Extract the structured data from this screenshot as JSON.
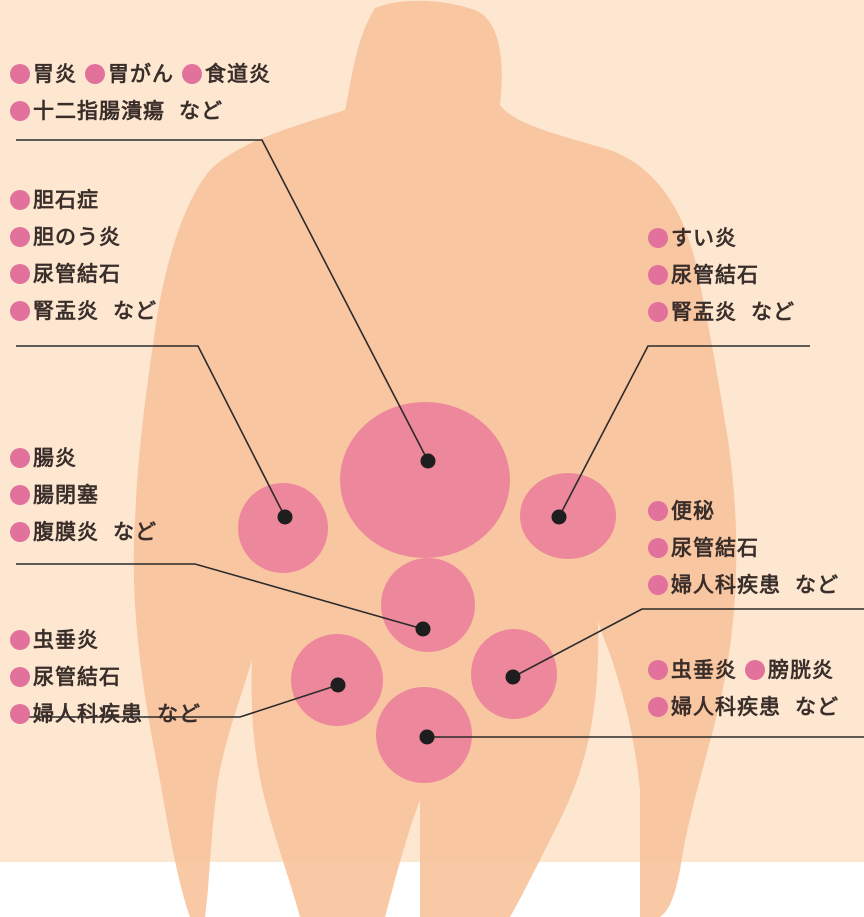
{
  "colors": {
    "background": "#fde7d1",
    "body": "#f9c39d",
    "area": "#e76f98",
    "dot": "#e2719b",
    "line": "#2b2b2b",
    "text": "#3a2e2a"
  },
  "groups": [
    {
      "id": "upper-center",
      "rows": [
        {
          "items": [
            "胃炎",
            "胃がん",
            "食道炎"
          ],
          "suffix": ""
        },
        {
          "items": [
            "十二指腸潰瘍"
          ],
          "suffix": "など"
        }
      ]
    },
    {
      "id": "upper-right-side",
      "rows": [
        {
          "items": [
            "胆石症"
          ],
          "suffix": ""
        },
        {
          "items": [
            "胆のう炎"
          ],
          "suffix": ""
        },
        {
          "items": [
            "尿管結石"
          ],
          "suffix": ""
        },
        {
          "items": [
            "腎盂炎"
          ],
          "suffix": "など"
        }
      ]
    },
    {
      "id": "upper-left-side",
      "rows": [
        {
          "items": [
            "すい炎"
          ],
          "suffix": ""
        },
        {
          "items": [
            "尿管結石"
          ],
          "suffix": ""
        },
        {
          "items": [
            "腎盂炎"
          ],
          "suffix": "など"
        }
      ]
    },
    {
      "id": "navel",
      "rows": [
        {
          "items": [
            "腸炎"
          ],
          "suffix": ""
        },
        {
          "items": [
            "腸閉塞"
          ],
          "suffix": ""
        },
        {
          "items": [
            "腹膜炎"
          ],
          "suffix": "など"
        }
      ]
    },
    {
      "id": "lower-left-side",
      "rows": [
        {
          "items": [
            "便秘"
          ],
          "suffix": ""
        },
        {
          "items": [
            "尿管結石"
          ],
          "suffix": ""
        },
        {
          "items": [
            "婦人科疾患"
          ],
          "suffix": "など"
        }
      ]
    },
    {
      "id": "lower-right-side",
      "rows": [
        {
          "items": [
            "虫垂炎"
          ],
          "suffix": ""
        },
        {
          "items": [
            "尿管結石"
          ],
          "suffix": ""
        },
        {
          "items": [
            "婦人科疾患"
          ],
          "suffix": "など"
        }
      ]
    },
    {
      "id": "lower-center",
      "rows": [
        {
          "items": [
            "虫垂炎",
            "膀胱炎"
          ],
          "suffix": ""
        },
        {
          "items": [
            "婦人科疾患"
          ],
          "suffix": "など"
        }
      ]
    }
  ]
}
